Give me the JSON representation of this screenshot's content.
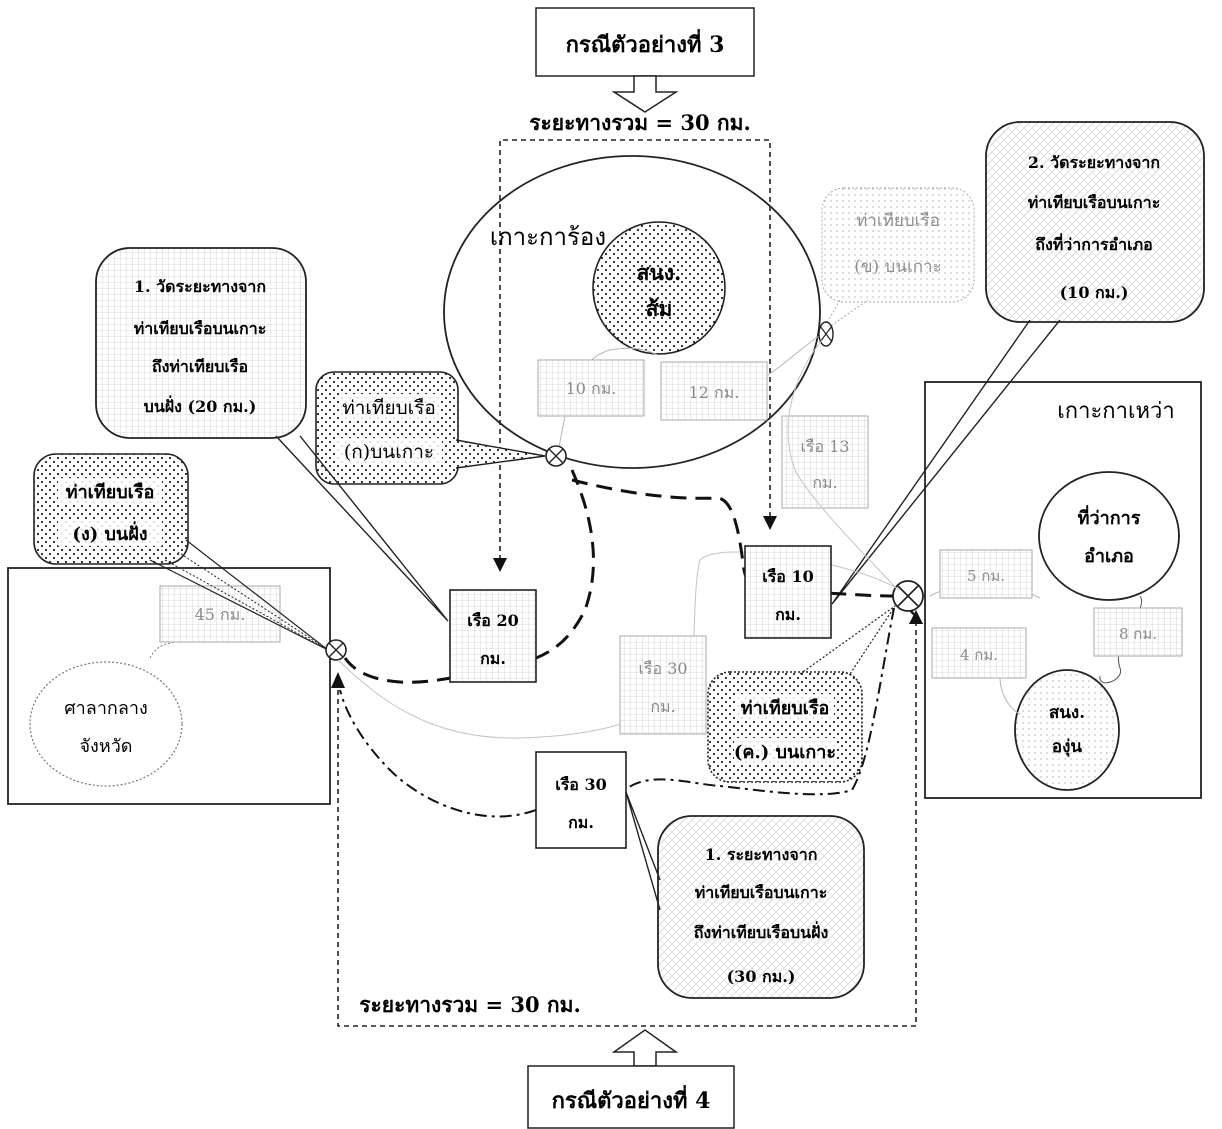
{
  "case3": {
    "title": "กรณีตัวอย่างที่ 3",
    "total_distance": "ระยะทางรวม = 30 กม."
  },
  "case4": {
    "title": "กรณีตัวอย่างที่ 4",
    "total_distance": "ระยะทางรวม = 30 กม."
  },
  "islands": {
    "karong": "เกาะการ้อง",
    "kawao": "เกาะกาเหว่า"
  },
  "places": {
    "orange_line1": "สนง.",
    "orange_line2": "ส้ม",
    "grape_line1": "สนง.",
    "grape_line2": "องุ่น",
    "district_line1": "ที่ว่าการ",
    "district_line2": "อำเภอ",
    "provincial_line1": "ศาลากลาง",
    "provincial_line2": "จังหวัด"
  },
  "piers": {
    "a_line1": "ท่าเทียบเรือ",
    "a_line2": "(ก)บนเกาะ",
    "b_line1": "ท่าเทียบเรือ",
    "b_line2": "(ข) บนเกาะ",
    "c_line1": "ท่าเทียบเรือ",
    "c_line2": "(ค.) บนเกาะ",
    "d_line1": "ท่าเทียบเรือ",
    "d_line2": "(ง) บนฝั่ง"
  },
  "distances": {
    "karong_10": "10 กม.",
    "karong_12": "12 กม.",
    "kawao_5": "5 กม.",
    "kawao_4": "4 กม.",
    "kawao_8": "8 กม.",
    "mainland_45": "45 กม."
  },
  "boats": {
    "boat13_line1": "เรือ 13",
    "boat13_line2": "กม.",
    "boat10_line1": "เรือ 10",
    "boat10_line2": "กม.",
    "boat20_line1": "เรือ 20",
    "boat20_line2": "กม.",
    "boat30_faded_line1": "เรือ 30",
    "boat30_faded_line2": "กม.",
    "boat30_line1": "เรือ 30",
    "boat30_line2": "กม."
  },
  "callouts": {
    "c1_line1": "1. วัดระยะทางจาก",
    "c1_line2": "ท่าเทียบเรือบนเกาะ",
    "c1_line3": "ถึงท่าเทียบเรือ",
    "c1_line4": "บนฝั่ง (20 กม.)",
    "c2_line1": "2. วัดระยะทางจาก",
    "c2_line2": "ท่าเทียบเรือบนเกาะ",
    "c2_line3": "ถึงที่ว่าการอำเภอ",
    "c2_line4": "(10 กม.)",
    "c3_line1": "1. ระยะทางจาก",
    "c3_line2": "ท่าเทียบเรือบนเกาะ",
    "c3_line3": "ถึงท่าเทียบเรือบนฝั่ง",
    "c3_line4": "(30 กม.)"
  },
  "colors": {
    "ink": "#1a1a1a",
    "faded": "#9a9a9a",
    "paper": "#ffffff"
  }
}
